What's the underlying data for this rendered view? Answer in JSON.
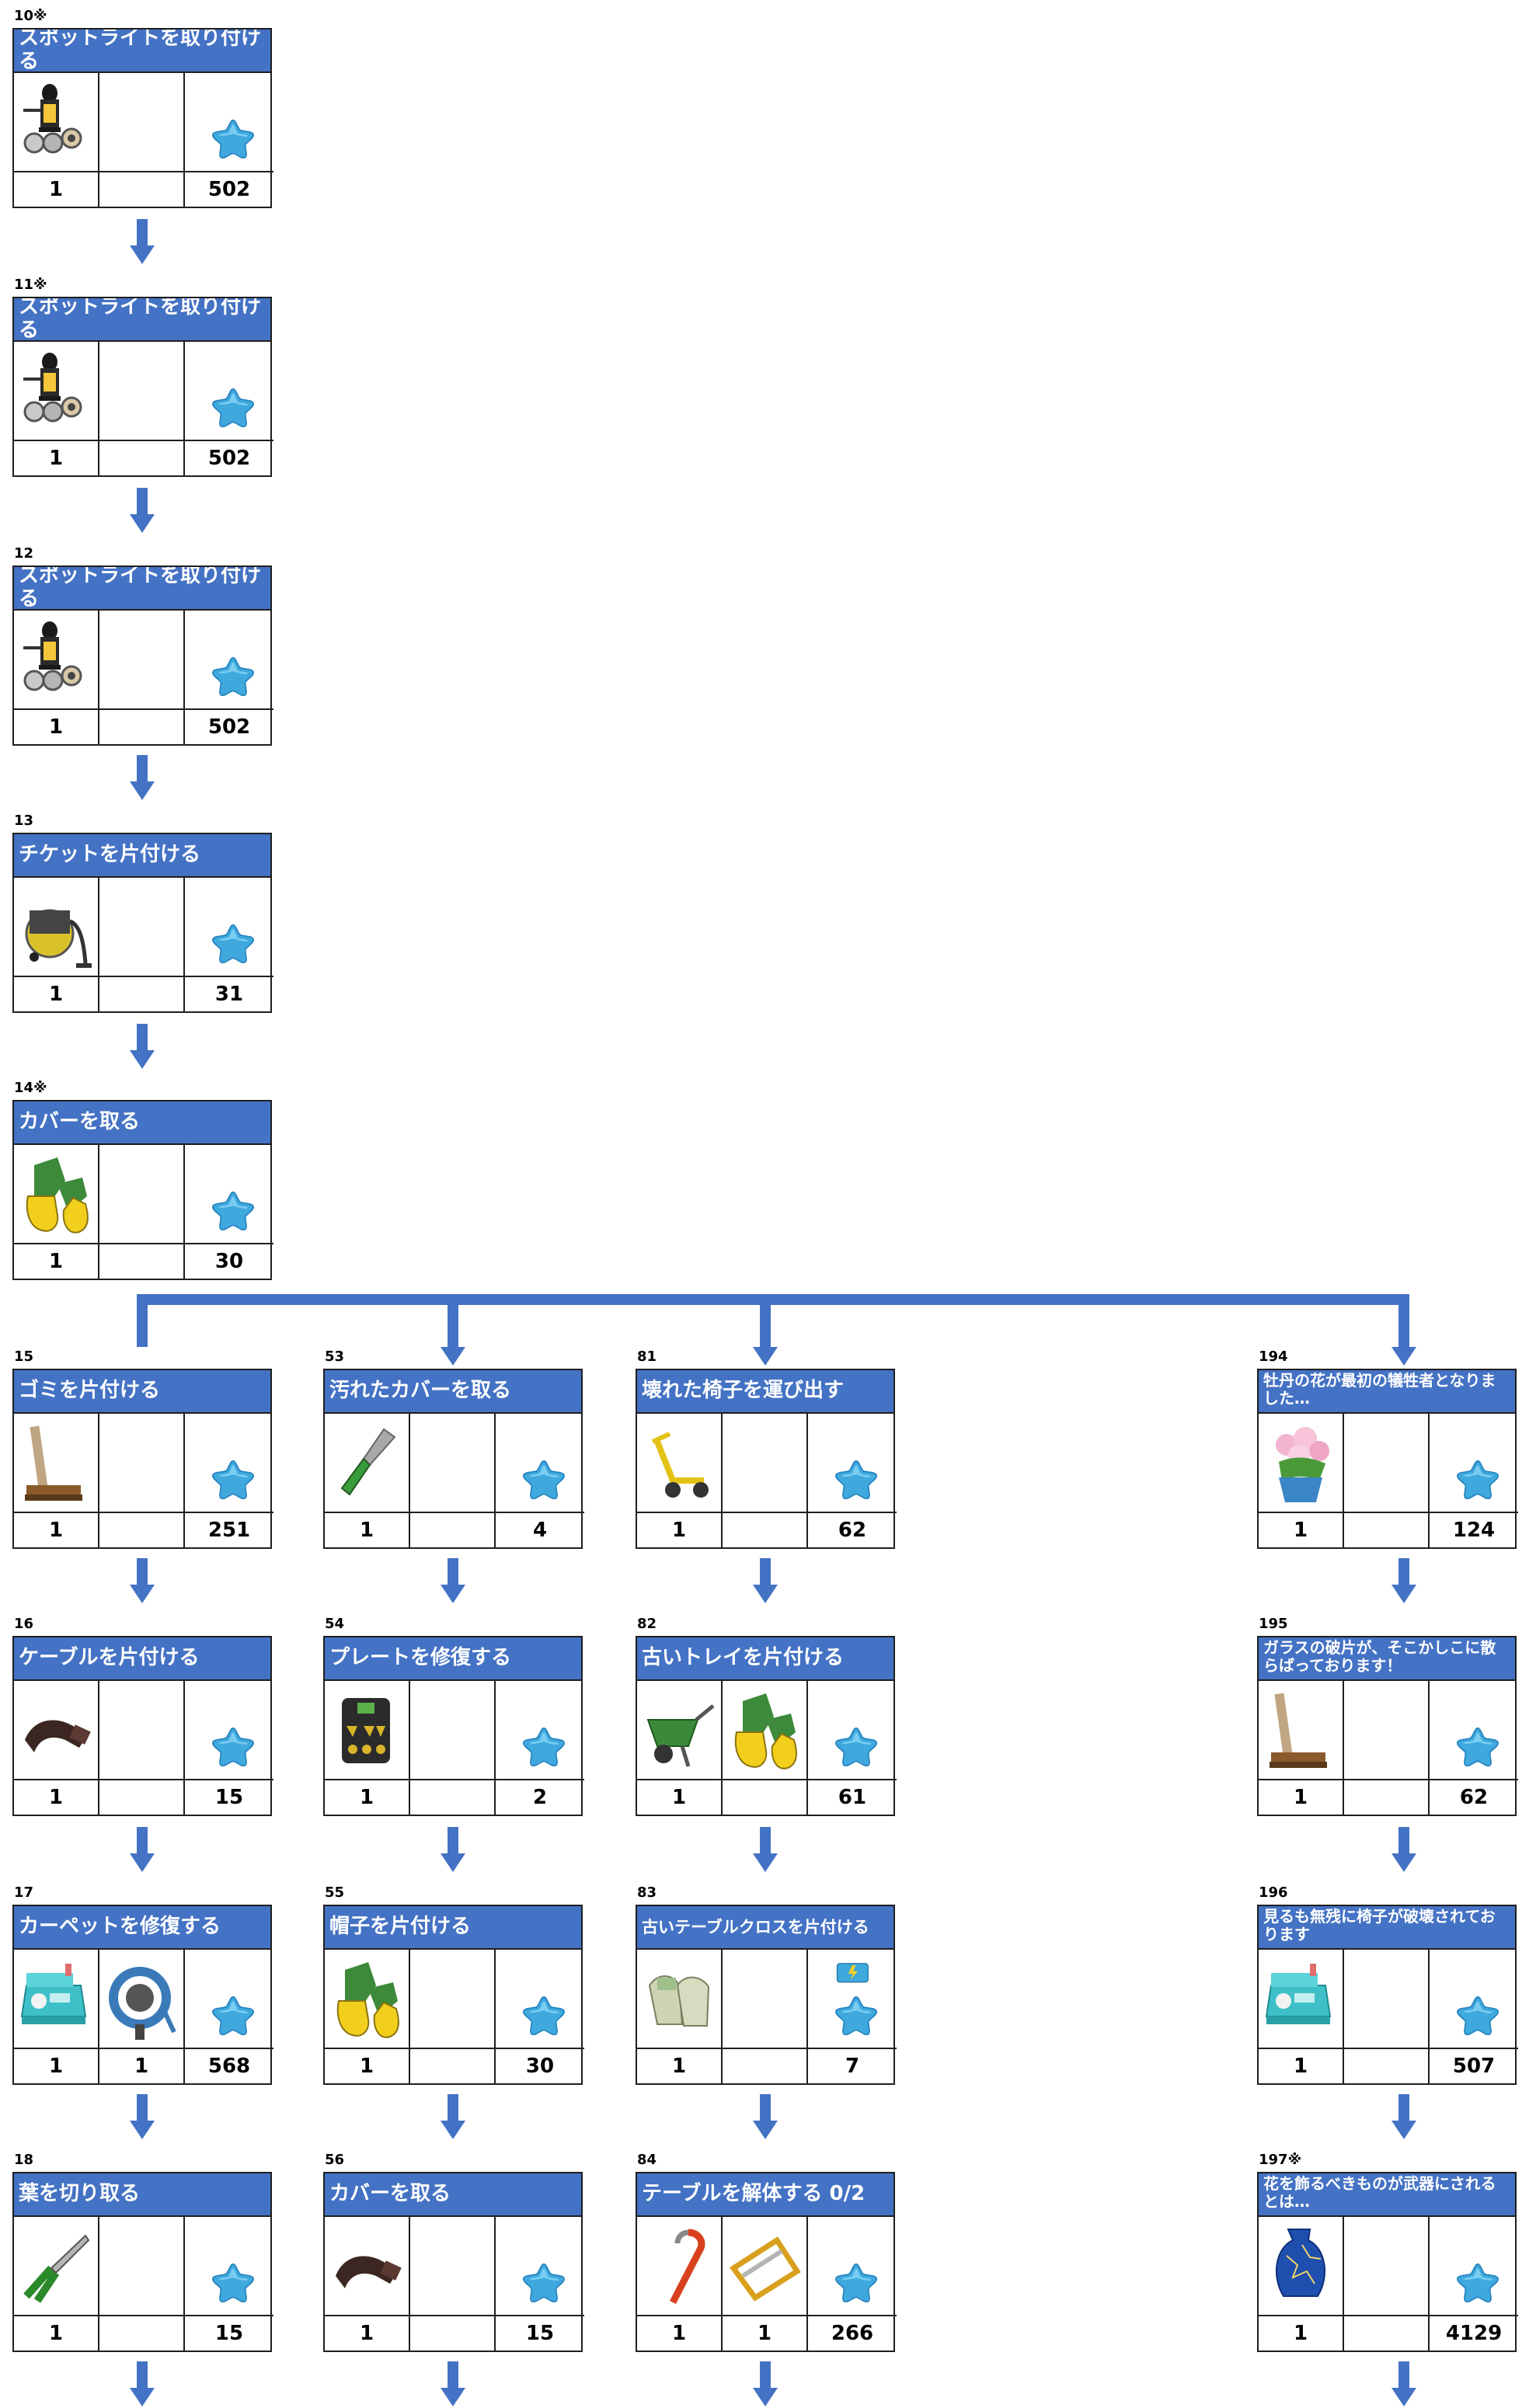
{
  "cards": [
    {
      "num": "10※",
      "title": "スポットライトを取り付ける",
      "q1": "1",
      "q2": "",
      "reward": "502"
    },
    {
      "num": "11※",
      "title": "スポットライトを取り付ける",
      "q1": "1",
      "q2": "",
      "reward": "502"
    },
    {
      "num": "12",
      "title": "スポットライトを取り付ける",
      "q1": "1",
      "q2": "",
      "reward": "502"
    },
    {
      "num": "13",
      "title": "チケットを片付ける",
      "q1": "1",
      "q2": "",
      "reward": "31"
    },
    {
      "num": "14※",
      "title": "カバーを取る",
      "q1": "1",
      "q2": "",
      "reward": "30"
    },
    {
      "num": "15",
      "title": "ゴミを片付ける",
      "q1": "1",
      "q2": "",
      "reward": "251"
    },
    {
      "num": "16",
      "title": "ケーブルを片付ける",
      "q1": "1",
      "q2": "",
      "reward": "15"
    },
    {
      "num": "17",
      "title": "カーペットを修復する",
      "q1": "1",
      "q2": "1",
      "reward": "568"
    },
    {
      "num": "18",
      "title": "葉を切り取る",
      "q1": "1",
      "q2": "",
      "reward": "15"
    },
    {
      "num": "53",
      "title": "汚れたカバーを取る",
      "q1": "1",
      "q2": "",
      "reward": "4"
    },
    {
      "num": "54",
      "title": "プレートを修復する",
      "q1": "1",
      "q2": "",
      "reward": "2"
    },
    {
      "num": "55",
      "title": "帽子を片付ける",
      "q1": "1",
      "q2": "",
      "reward": "30"
    },
    {
      "num": "56",
      "title": "カバーを取る",
      "q1": "1",
      "q2": "",
      "reward": "15"
    },
    {
      "num": "81",
      "title": "壊れた椅子を運び出す",
      "q1": "1",
      "q2": "",
      "reward": "62"
    },
    {
      "num": "82",
      "title": "古いトレイを片付ける",
      "q1": "1",
      "q2": "",
      "reward": "61"
    },
    {
      "num": "83",
      "title": "古いテーブルクロスを片付ける",
      "q1": "1",
      "q2": "",
      "reward": "7"
    },
    {
      "num": "84",
      "title": "テーブルを解体する 0/2",
      "q1": "1",
      "q2": "1",
      "reward": "266"
    },
    {
      "num": "194",
      "title": "牡丹の花が最初の犠牲者となりました…",
      "q1": "1",
      "q2": "",
      "reward": "124"
    },
    {
      "num": "195",
      "title": "ガラスの破片が、そこかしこに散らばっております！",
      "q1": "1",
      "q2": "",
      "reward": "62"
    },
    {
      "num": "196",
      "title": "見るも無残に椅子が破壊されております",
      "q1": "1",
      "q2": "",
      "reward": "507"
    },
    {
      "num": "197※",
      "title": "花を飾るべきものが武器にされるとは…",
      "q1": "1",
      "q2": "",
      "reward": "4129"
    }
  ],
  "icons": {
    "lamp": "lantern-icon",
    "vacuum": "vacuum-icon",
    "gloves": "gloves-icon",
    "broom": "broom-icon",
    "knife": "knife-icon",
    "dolly": "hand-truck-icon",
    "flowers": "flower-pot-icon",
    "cable": "cable-icon",
    "plate": "circuit-plate-icon",
    "wheelbarrow": "wheelbarrow-icon",
    "sewing": "sewing-machine-icon",
    "hose": "hose-reel-icon",
    "old_gloves": "work-gloves-icon",
    "toolbox": "toolbox-icon",
    "shears": "shears-icon",
    "bar": "crowbar-icon",
    "saw": "hacksaw-icon",
    "vase": "vase-icon",
    "gem": "blue-star-gem-icon"
  },
  "colors": {
    "header": "#4472c4",
    "arrow": "#4472c4"
  }
}
